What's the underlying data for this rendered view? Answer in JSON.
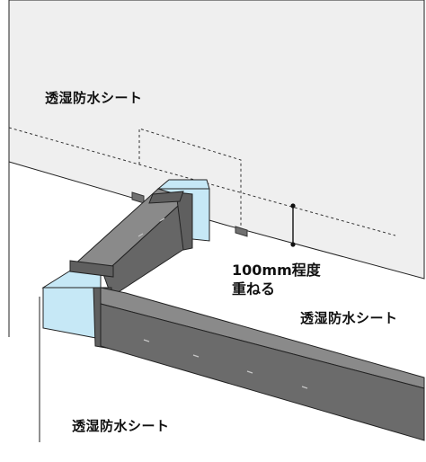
{
  "labels": {
    "sheet_top": "透湿防水シート",
    "sheet_right": "透湿防水シート",
    "sheet_bottom": "透湿防水シート",
    "overlap_line1": "100mm程度",
    "overlap_line2": "重ねる"
  },
  "colors": {
    "sheet_fill": "#efefef",
    "tape_fill": "#707070",
    "tape_edge": "#3a3a3a",
    "duct_face": "#c6e8f6",
    "outline": "#222222"
  }
}
